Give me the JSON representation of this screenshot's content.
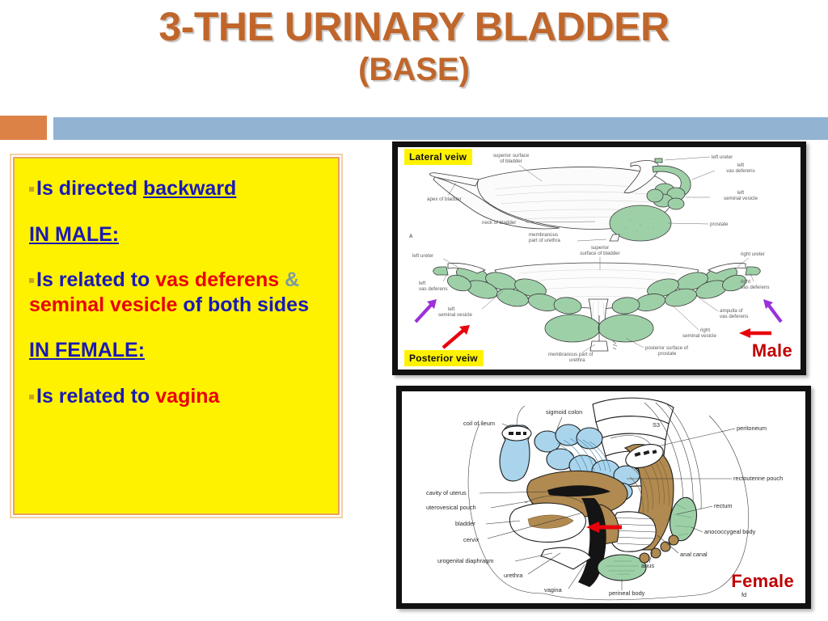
{
  "title": {
    "line1": "3-THE URINARY BLADDER",
    "line2": "(BASE)",
    "color": "#C0662B"
  },
  "header_bars": {
    "orange_color": "#DD8247",
    "blue_color": "#93B3D3"
  },
  "content_panel": {
    "background": "#FFF200",
    "border_color": "#E8A35C",
    "blocks": {
      "b1_pre": "Is directed ",
      "b1_underlined": "backward",
      "b2_heading": "IN MALE:",
      "b3_p1": "Is related to ",
      "b3_p2": "vas deferens",
      "b3_amp": " & ",
      "b3_p3": "seminal vesicle",
      "b3_p4": " of both sides",
      "b4_heading": "IN FEMALE:",
      "b5_p1": "Is related to ",
      "b5_p2": "vagina"
    },
    "colors": {
      "blue": "#1A1AB5",
      "red": "#E8000B",
      "dark_red": "#C00000",
      "ampersand_gray": "#7C9AA6"
    }
  },
  "male_figure": {
    "view_tag_top": "Lateral veiw",
    "view_tag_bottom": "Posterior veiw",
    "sex_label": "Male",
    "panel_letter": "A",
    "lateral_labels": [
      "superior surface of bladder",
      "left ureter",
      "left vas deferens",
      "apex of bladder",
      "left seminal vesicle",
      "neck of bladder",
      "prostate",
      "membranous part of urethra"
    ],
    "posterior_labels": [
      "superior surface of bladder",
      "left ureter",
      "right ureter",
      "left vas deferens",
      "right vas deferens",
      "left seminal vesicle",
      "ampulla of vas deferens",
      "right seminal vesicle",
      "posterior surface of prostate",
      "membranous part of urethra"
    ],
    "annotation_arrows": [
      {
        "name": "left-vas-deferens-arrow",
        "color": "#9B30D9"
      },
      {
        "name": "left-seminal-vesicle-arrow",
        "color": "#E8000B"
      },
      {
        "name": "right-vas-deferens-arrow",
        "color": "#9B30D9"
      },
      {
        "name": "right-seminal-vesicle-arrow",
        "color": "#E8000B"
      }
    ],
    "tissue_color": "#9ED0A8"
  },
  "female_figure": {
    "sex_label": "Female",
    "corner_mark": "fd",
    "labels": [
      "sigmoid colon",
      "coil of ileum",
      "S3",
      "peritoneum",
      "rectouterine pouch",
      "cavity of uterus",
      "uterovesical pouch",
      "bladder",
      "cervix",
      "urogenital diaphragm",
      "urethra",
      "vagina",
      "perineal body",
      "rectum",
      "anococcygeal body",
      "anal canal",
      "anus"
    ],
    "annotation_arrows": [
      {
        "name": "vagina-relation-arrow",
        "color": "#E8000B"
      }
    ],
    "colors": {
      "bowel_blue": "#A9D4EC",
      "uterus_brown": "#B08A50",
      "muscle_green": "#9ED0A8"
    }
  }
}
